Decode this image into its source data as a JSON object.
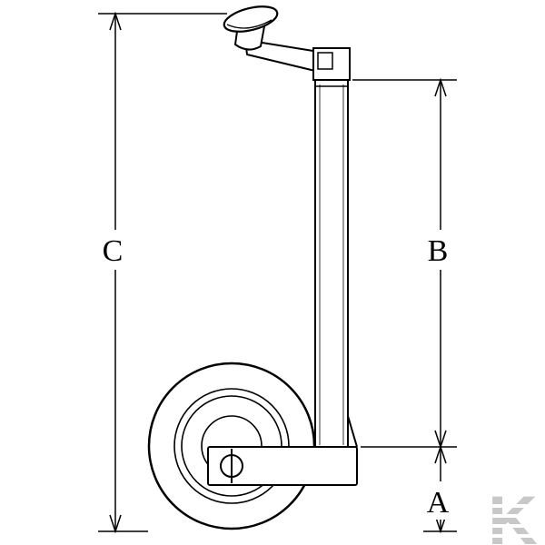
{
  "labels": {
    "a": "A",
    "b": "B",
    "c": "C"
  },
  "watermark": {
    "icon": "kramp-k-logo",
    "letter": "K",
    "color": "#c8c8c8"
  },
  "colors": {
    "line": "#000000",
    "background": "#ffffff"
  }
}
